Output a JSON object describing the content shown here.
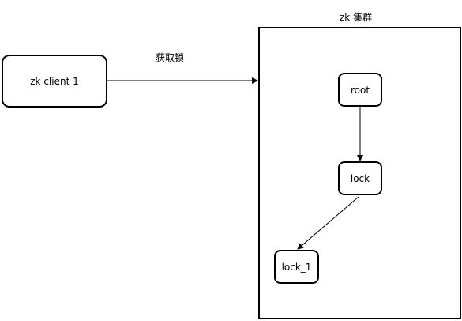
{
  "diagram": {
    "client": {
      "label": "zk client 1"
    },
    "edge_client_cluster": {
      "label": "获取锁"
    },
    "cluster": {
      "title": "zk 集群",
      "nodes": {
        "root": "root",
        "lock": "lock",
        "lock_1": "lock_1"
      }
    }
  }
}
